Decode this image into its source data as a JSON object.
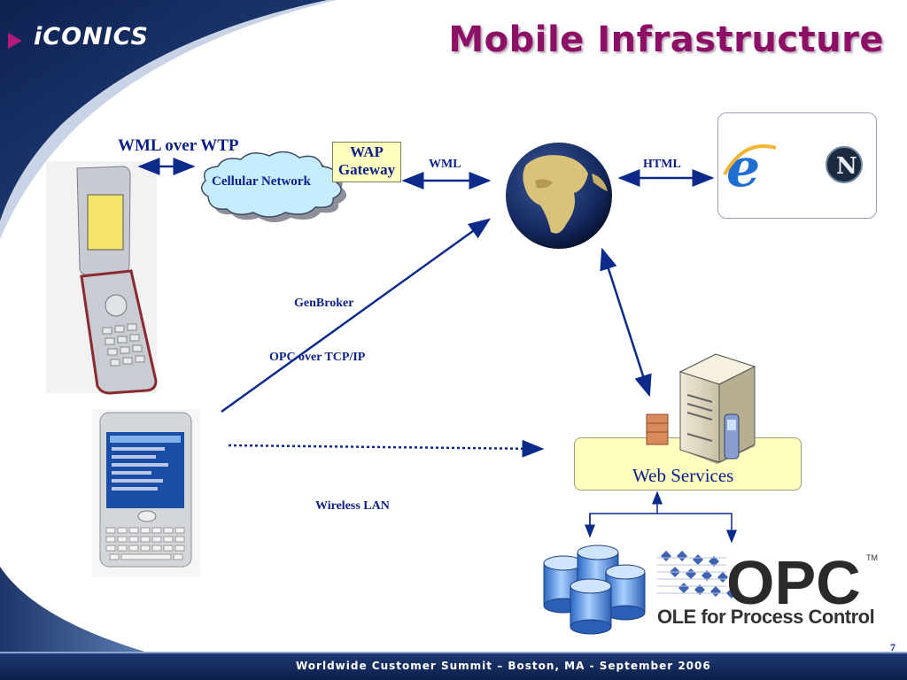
{
  "header": {
    "logo_text": "iCONICS",
    "title": "Mobile Infrastructure"
  },
  "diagram": {
    "wml_over_wtp": "WML over WTP",
    "cellular_network": "Cellular Network",
    "wap_gateway_line1": "WAP",
    "wap_gateway_line2": "Gateway",
    "wml": "WML",
    "html": "HTML",
    "genbroker": "GenBroker",
    "opc_over_tcp": "OPC  over TCP/IP",
    "wireless_lan": "Wireless LAN",
    "web_services": "Web Services",
    "opc_logo_text": "OPC",
    "opc_tm": "TM",
    "opc_subtitle": "OLE for Process Control",
    "netscape_letter": "N",
    "ie_letter": "e"
  },
  "footer": {
    "text": "Worldwide Customer Summit – Boston, MA - September 2006",
    "page_number": "7"
  },
  "colors": {
    "title": "#8c1066",
    "label": "#0b1f8a",
    "header_band": "#1b3466",
    "footer_band": "#13295a",
    "note_fill": "#ffffc0"
  }
}
